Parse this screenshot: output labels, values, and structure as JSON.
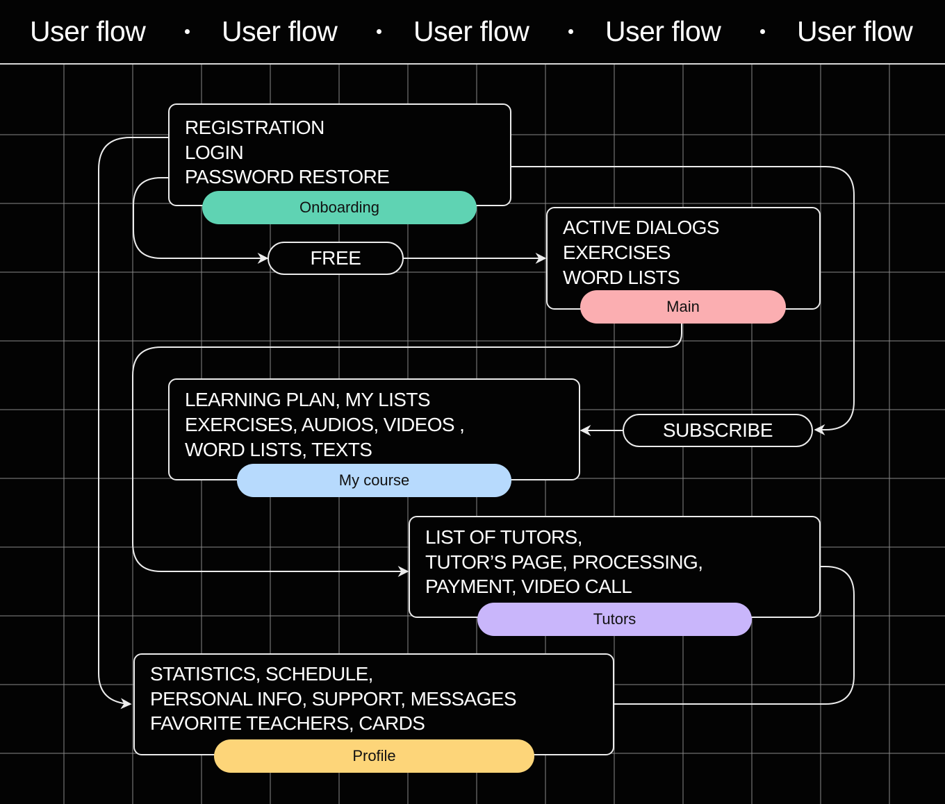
{
  "header": {
    "items": [
      "User flow",
      "User flow",
      "User flow",
      "User flow",
      "User flow"
    ],
    "separator_icon": "dot-icon"
  },
  "colors": {
    "background": "#030303",
    "grid": "#8a8a8a",
    "line": "#ececec",
    "onboarding": "#5fd3b3",
    "main": "#fbaeb1",
    "my_course": "#b7dafd",
    "tutors": "#c9b6fb",
    "profile": "#fdd579"
  },
  "sections": {
    "onboarding": {
      "lines": [
        "REGISTRATION",
        "LOGIN",
        "PASSWORD RESTORE"
      ],
      "label": "Onboarding"
    },
    "main": {
      "lines": [
        "ACTIVE DIALOGS",
        "EXERCISES",
        "WORD LISTS"
      ],
      "label": "Main"
    },
    "my_course": {
      "lines": [
        "LEARNING PLAN, MY LISTS",
        "EXERCISES, AUDIOS, VIDEOS ,",
        "WORD LISTS, TEXTS"
      ],
      "label": "My course"
    },
    "tutors": {
      "lines": [
        "LIST OF TUTORS,",
        "TUTOR’S PAGE, PROCESSING,",
        "PAYMENT, VIDEO CALL"
      ],
      "label": "Tutors"
    },
    "profile": {
      "lines": [
        "STATISTICS, SCHEDULE,",
        "PERSONAL INFO, SUPPORT, MESSAGES",
        "FAVORITE TEACHERS, CARDS"
      ],
      "label": "Profile"
    }
  },
  "nodes": {
    "free": "FREE",
    "subscribe": "SUBSCRIBE"
  }
}
